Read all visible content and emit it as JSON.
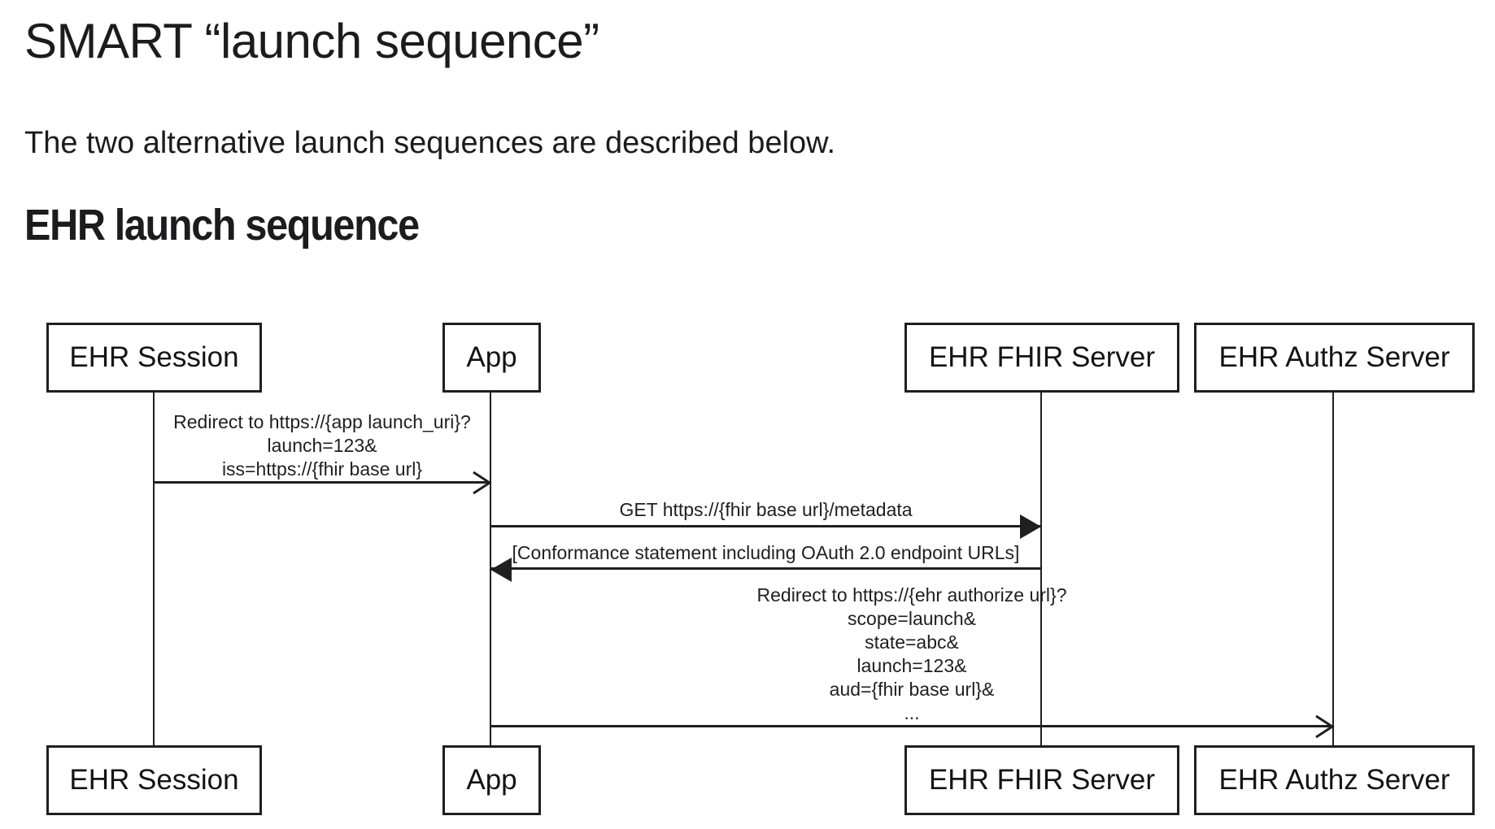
{
  "page": {
    "title": "SMART “launch sequence”",
    "intro": "The two alternative launch sequences are described below.",
    "section_heading": "EHR launch sequence"
  },
  "colors": {
    "background": "#ffffff",
    "text": "#1c1c1e",
    "diagram_ink": "#1f1f1f"
  },
  "diagram": {
    "participants": [
      {
        "id": "ehr-session",
        "label": "EHR Session"
      },
      {
        "id": "app",
        "label": "App"
      },
      {
        "id": "ehr-fhir-server",
        "label": "EHR FHIR Server"
      },
      {
        "id": "ehr-authz-server",
        "label": "EHR Authz Server"
      }
    ],
    "messages": [
      {
        "from": "ehr-session",
        "to": "app",
        "arrowhead": "open",
        "lines": [
          "Redirect to https://{app launch_uri}?",
          "launch=123&",
          "iss=https://{fhir base url}"
        ]
      },
      {
        "from": "app",
        "to": "ehr-fhir-server",
        "arrowhead": "filled",
        "lines": [
          "GET https://{fhir base url}/metadata"
        ]
      },
      {
        "from": "ehr-fhir-server",
        "to": "app",
        "arrowhead": "filled",
        "lines": [
          "[Conformance statement including OAuth 2.0 endpoint URLs]"
        ]
      },
      {
        "from": "app",
        "to": "ehr-authz-server",
        "arrowhead": "open",
        "lines": [
          "Redirect to https://{ehr authorize url}?",
          "scope=launch&",
          "state=abc&",
          "launch=123&",
          "aud={fhir base url}&",
          "..."
        ]
      }
    ]
  }
}
